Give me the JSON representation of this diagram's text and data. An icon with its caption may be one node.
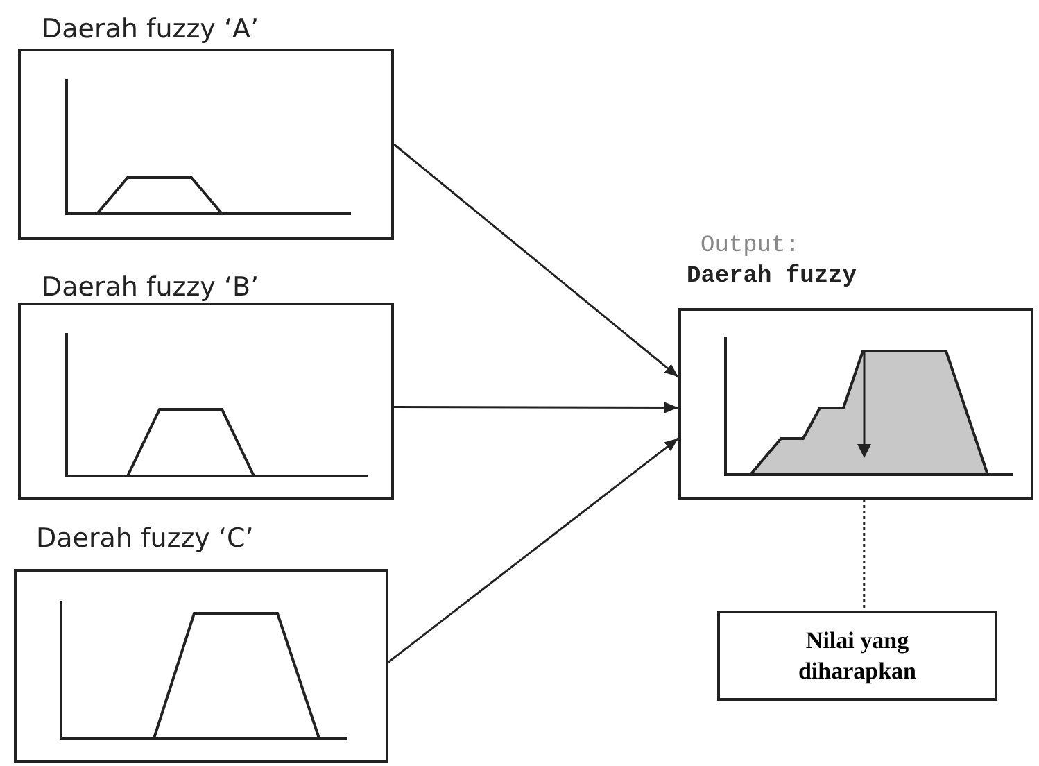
{
  "diagram": {
    "nodes": [
      {
        "text": [
          "Daerah fuzzy ‘A’"
        ]
      },
      {
        "text": [
          "Daerah fuzzy ‘B’"
        ]
      },
      {
        "text": [
          "Daerah fuzzy ‘C’"
        ]
      },
      {
        "text": [
          "Output:",
          "Daerah fuzzy"
        ]
      },
      {
        "text": [
          "Nilai yang diharapkan"
        ]
      }
    ],
    "edges": [
      {
        "from": 0,
        "to": 3,
        "arrow": "to"
      },
      {
        "from": 1,
        "to": 3,
        "arrow": "to"
      },
      {
        "from": 2,
        "to": 3,
        "arrow": "to"
      },
      {
        "from": 3,
        "to": 4,
        "arrow": "none",
        "style": "dashed"
      }
    ]
  }
}
